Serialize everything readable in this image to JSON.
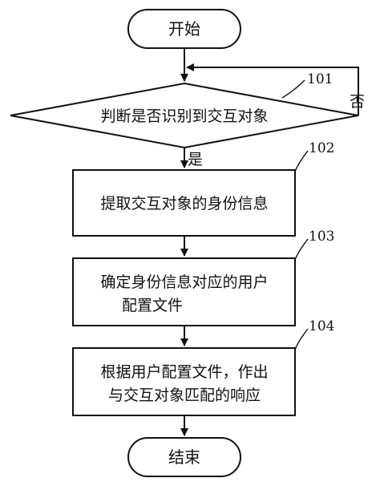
{
  "flowchart": {
    "start": {
      "label": "开始"
    },
    "decision": {
      "label": "判断是否识别到交互对象",
      "step_number": "101",
      "no_label": "否",
      "yes_label": "是"
    },
    "steps": [
      {
        "step_number": "102",
        "lines": [
          "提取交互对象的身份信息"
        ]
      },
      {
        "step_number": "103",
        "lines": [
          "确定身份信息对应的用户",
          "配置文件"
        ]
      },
      {
        "step_number": "104",
        "lines": [
          "根据用户配置文件，作出",
          "与交互对象匹配的响应"
        ]
      }
    ],
    "end": {
      "label": "结束"
    }
  }
}
